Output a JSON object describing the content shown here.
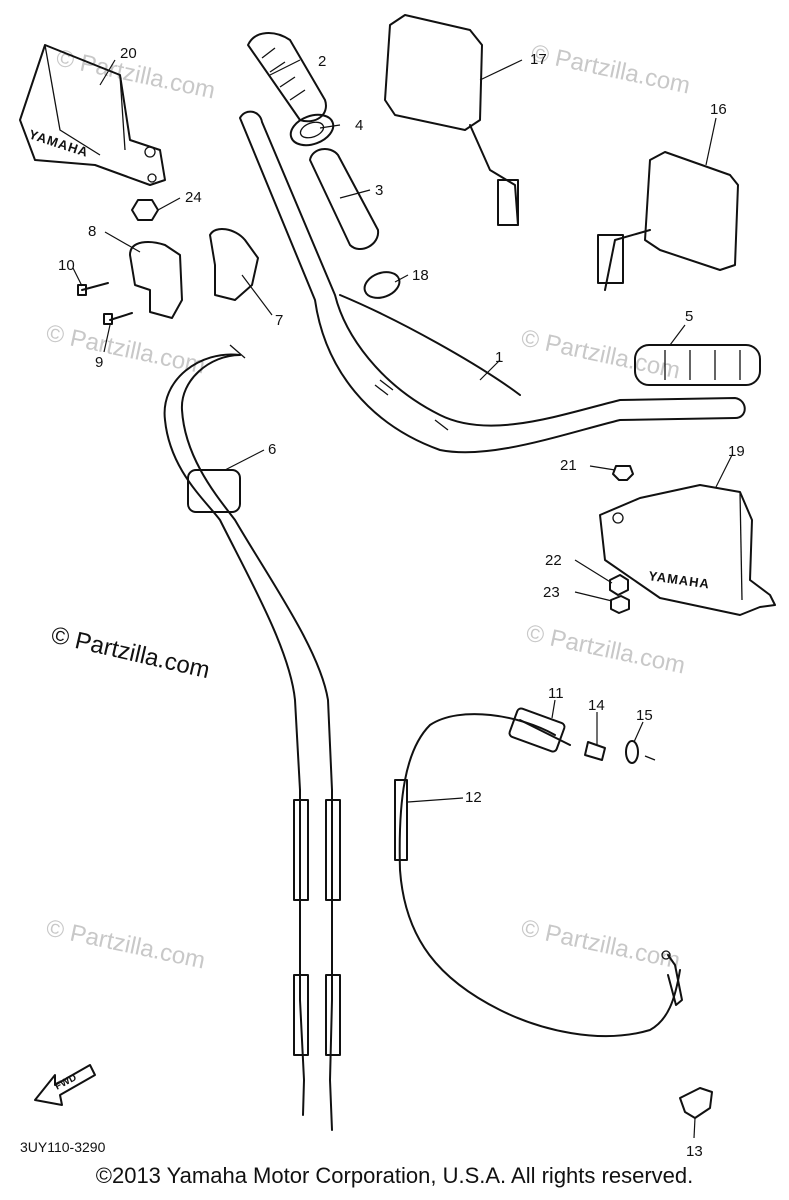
{
  "diagram": {
    "labels": [
      "1",
      "2",
      "3",
      "4",
      "5",
      "6",
      "7",
      "8",
      "9",
      "10",
      "11",
      "12",
      "13",
      "14",
      "15",
      "16",
      "17",
      "18",
      "19",
      "20",
      "21",
      "22",
      "23",
      "24"
    ],
    "part_code": "3UY110-3290",
    "fwd_label": "FWD",
    "brand": "YAMAHA",
    "watermark": "© Partzilla.com",
    "copyright": "©2013 Yamaha Motor Corporation, U.S.A. All rights reserved."
  }
}
